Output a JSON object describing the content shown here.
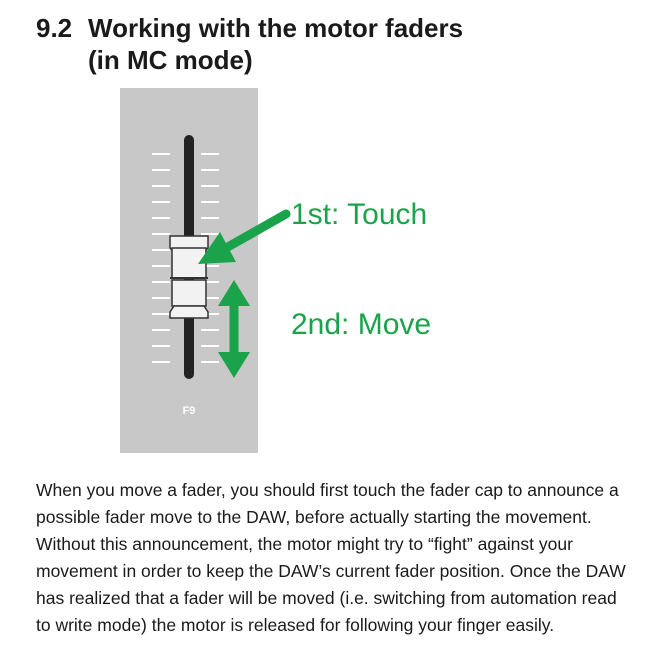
{
  "section": {
    "number": "9.2",
    "title_line1": "Working with the motor faders",
    "title_line2": "(in MC mode)"
  },
  "figure": {
    "fader_label": "F9",
    "callout_touch": "1st: Touch",
    "callout_move": "2nd: Move",
    "panel_color": "#c8c8c8",
    "accent_color": "#1aa34a"
  },
  "body": {
    "paragraph": "When you move a fader, you should first touch the fader cap to announce a possible fader move to the DAW, before actually starting the movement. Without this announcement, the motor might try to “fight” against your movement in order to keep the DAW’s current fader position. Once the DAW has realized that a fader will be moved (i.e. switching from automation read to write mode) the motor is released for following your finger easily."
  }
}
